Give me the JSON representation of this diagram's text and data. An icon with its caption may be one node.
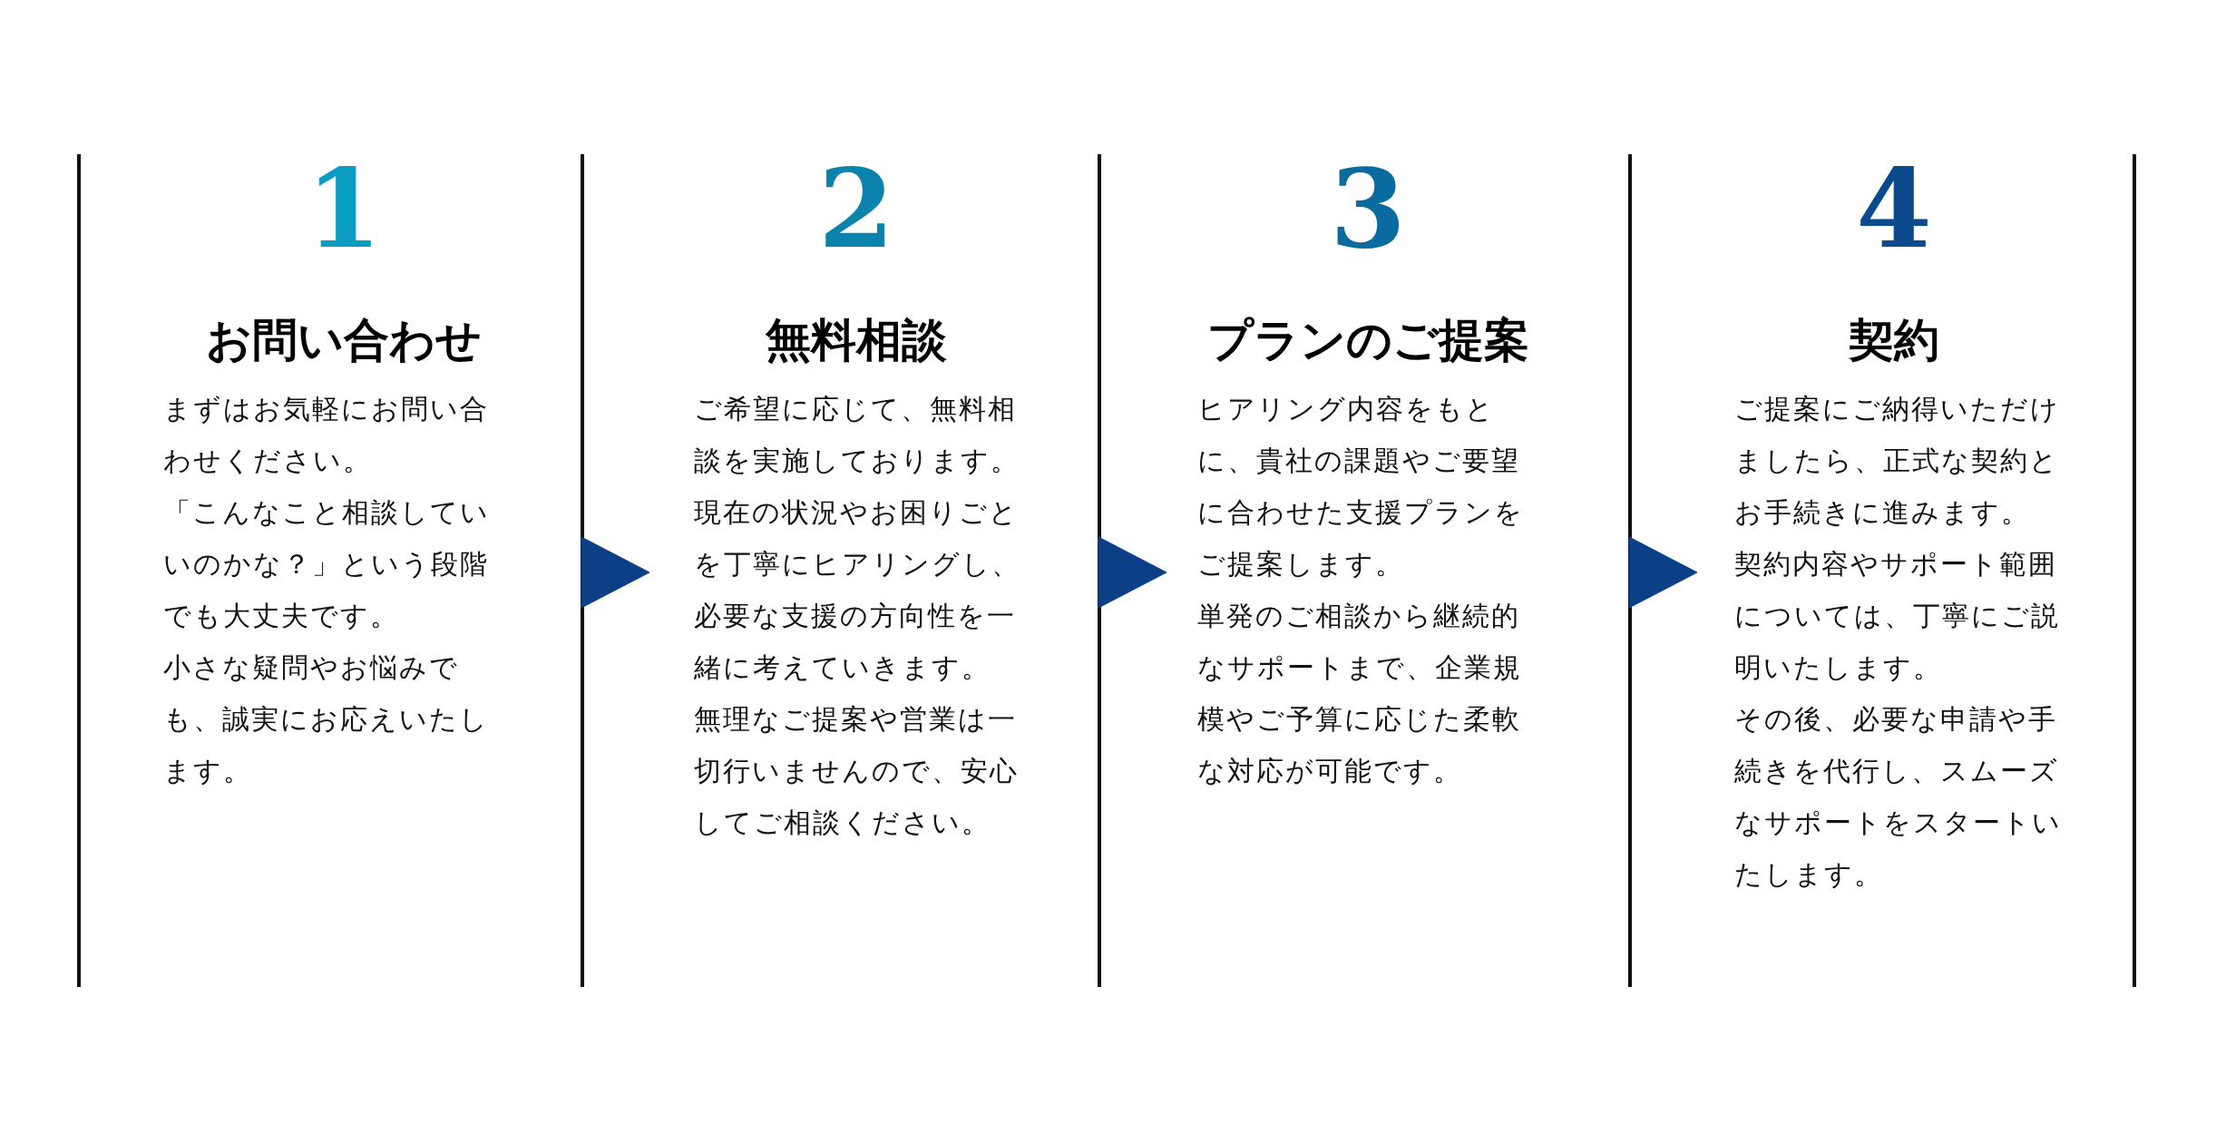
{
  "diagram": {
    "nodes": [
      {
        "text": [
          "1",
          "お問い合わせ",
          "まずはお気軽にお問い合わせください。",
          "「こんなこと相談していいのかな？」という段階でも大丈夫です。",
          "小さな疑問やお悩みでも、誠実にお応えいたします。"
        ]
      },
      {
        "text": [
          "2",
          "無料相談",
          "ご希望に応じて、無料相談を実施しております。",
          "現在の状況やお困りごとを丁寧にヒアリングし、必要な支援の方向性を一緒に考えていきます。",
          "無理なご提案や営業は一切行いませんので、安心してご相談ください。"
        ]
      },
      {
        "text": [
          "3",
          "プランのご提案",
          "ヒアリング内容をもとに、貴社の課題やご要望に合わせた支援プランをご提案します。",
          "単発のご相談から継続的なサポートまで、企業規模やご予算に応じた柔軟な対応が可能です。"
        ]
      },
      {
        "text": [
          "4",
          "契約",
          "ご提案にご納得いただけましたら、正式な契約とお手続きに進みます。",
          "契約内容やサポート範囲については、丁寧にご説明いたします。",
          "その後、必要な申請や手続きを代行し、スムーズなサポートをスタートいたします。"
        ]
      }
    ],
    "edges": [
      {
        "from": 0,
        "to": 1,
        "arrow": "to"
      },
      {
        "from": 1,
        "to": 2,
        "arrow": "to"
      },
      {
        "from": 2,
        "to": 3,
        "arrow": "to"
      }
    ]
  }
}
